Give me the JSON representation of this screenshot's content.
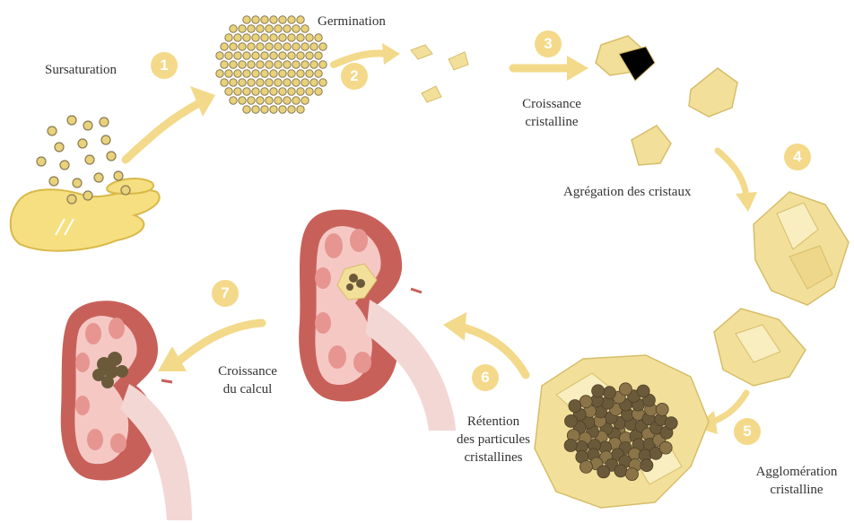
{
  "steps": [
    {
      "number": "1",
      "label": "Sursaturation"
    },
    {
      "number": "2",
      "label": "Germination"
    },
    {
      "number": "3",
      "label_line1": "Croissance",
      "label_line2": "cristalline"
    },
    {
      "number": "4",
      "label": "Agrégation  des cristaux"
    },
    {
      "number": "5",
      "label_line1": "Agglomération",
      "label_line2": "cristalline"
    },
    {
      "number": "6",
      "label_line1": "Rétention",
      "label_line2": "des particules",
      "label_line3": "cristallines"
    },
    {
      "number": "7",
      "label_line1": "Croissance",
      "label_line2": "du calcul"
    }
  ],
  "colors": {
    "arrow": "#f3d98a",
    "badge": "#f4d98a",
    "particle_fill": "#e8d27a",
    "particle_stroke": "#8a7a55",
    "crystal": "#f2e09a",
    "kidney": "#c8605a",
    "kidney_light": "#f5c8c4",
    "ureter": "#f3d7d4",
    "stone": "#6b5a3a",
    "puddle": "#f5df80"
  }
}
